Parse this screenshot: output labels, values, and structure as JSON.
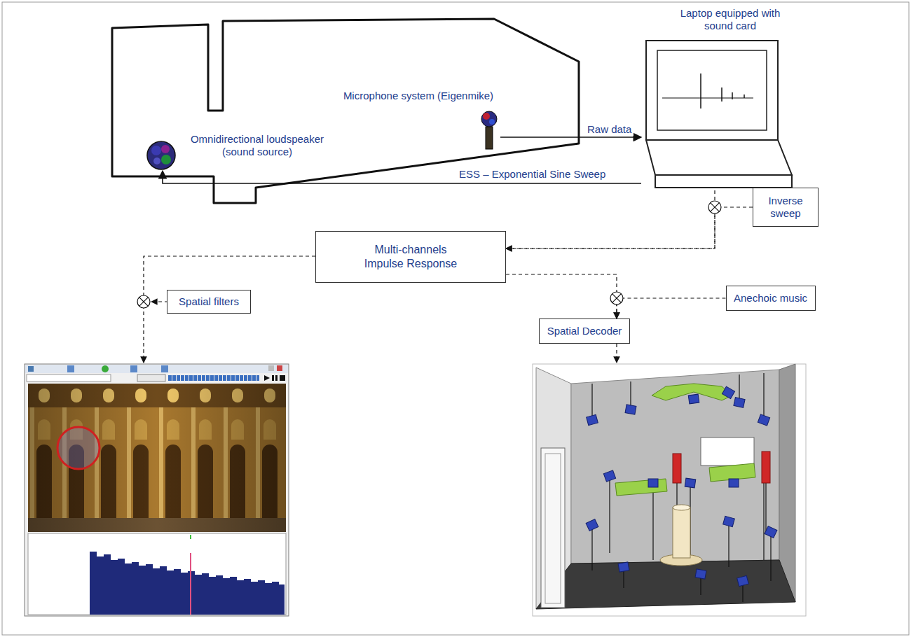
{
  "diagram": {
    "nodes": [
      {
        "text": [
          "Omnidirectional loudspeaker (sound source)"
        ]
      },
      {
        "text": [
          "Microphone system (Eigenmike)"
        ]
      },
      {
        "text": [
          "Laptop equipped with sound card"
        ]
      },
      {
        "text": [
          "Inverse sweep"
        ]
      },
      {
        "text": [
          "Multi-channels Impulse Response"
        ]
      },
      {
        "text": [
          "Spatial filters"
        ]
      },
      {
        "text": [
          "Anechoic music"
        ]
      },
      {
        "text": [
          "Spatial Decoder"
        ]
      }
    ],
    "edges": [
      {
        "from": 1,
        "to": 2,
        "label": "Raw data",
        "arrow": "to"
      },
      {
        "from": 2,
        "to": 0,
        "label": "ESS – Exponential Sine Sweep",
        "arrow": "to"
      },
      {
        "from": 2,
        "to": 4,
        "arrow": "to"
      },
      {
        "from": 3,
        "to": 4,
        "arrow": "to"
      },
      {
        "from": 4,
        "to": 7,
        "arrow": "to"
      },
      {
        "from": 6,
        "to": 7,
        "arrow": "to"
      }
    ]
  }
}
